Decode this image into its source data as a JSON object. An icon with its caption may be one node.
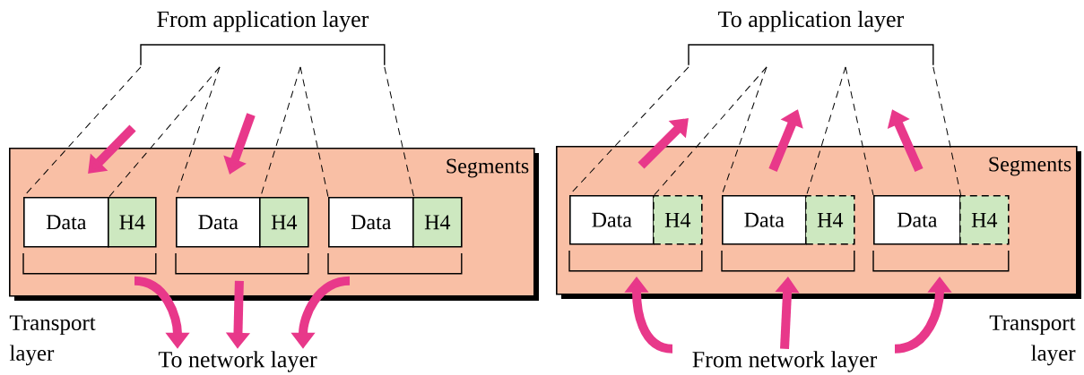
{
  "diagram": {
    "nodes": [
      {
        "text": [
          "Segments"
        ],
        "beside": [
          "Transport layer"
        ]
      },
      {
        "text": [
          "From application layer"
        ]
      },
      {
        "text": [
          "To network layer"
        ]
      },
      {
        "text": [
          "Data"
        ],
        "in": 0
      },
      {
        "text": [
          "H4"
        ],
        "in": 0
      },
      {
        "text": [
          "Data"
        ],
        "in": 0
      },
      {
        "text": [
          "H4"
        ],
        "in": 0
      },
      {
        "text": [
          "Data"
        ],
        "in": 0
      },
      {
        "text": [
          "H4"
        ],
        "in": 0
      },
      {
        "text": [],
        "shape": "bracket",
        "in": 0
      },
      {
        "text": [],
        "shape": "bracket",
        "in": 0
      },
      {
        "text": [],
        "shape": "bracket",
        "in": 0
      },
      {
        "text": [
          "Segments"
        ],
        "beside": [
          "Transport layer"
        ]
      },
      {
        "text": [
          "To application layer"
        ]
      },
      {
        "text": [
          "From network layer"
        ]
      },
      {
        "text": [
          "Data"
        ],
        "in": 12
      },
      {
        "text": [
          "H4"
        ],
        "in": 12
      },
      {
        "text": [
          "Data"
        ],
        "in": 12
      },
      {
        "text": [
          "H4"
        ],
        "in": 12
      },
      {
        "text": [
          "Data"
        ],
        "in": 12
      },
      {
        "text": [
          "H4"
        ],
        "in": 12
      },
      {
        "text": [],
        "shape": "bracket",
        "in": 12
      },
      {
        "text": [],
        "shape": "bracket",
        "in": 12
      },
      {
        "text": [],
        "shape": "bracket",
        "in": 12
      }
    ],
    "edges": [
      {
        "from": 1,
        "to": 3,
        "arrow": "none",
        "style": "dashed"
      },
      {
        "from": 1,
        "to": 3,
        "arrow": "none",
        "style": "dashed"
      },
      {
        "from": 1,
        "to": 5,
        "arrow": "none",
        "style": "dashed"
      },
      {
        "from": 1,
        "to": 5,
        "arrow": "none",
        "style": "dashed"
      },
      {
        "from": 1,
        "to": 7,
        "arrow": "none",
        "style": "dashed"
      },
      {
        "from": 1,
        "to": 7,
        "arrow": "none",
        "style": "dashed"
      },
      {
        "from": 9,
        "to": 2,
        "arrow": "to",
        "style": "thick",
        "color": "#e8388a"
      },
      {
        "from": 10,
        "to": 2,
        "arrow": "to",
        "style": "thick",
        "color": "#e8388a"
      },
      {
        "from": 11,
        "to": 2,
        "arrow": "to",
        "style": "thick",
        "color": "#e8388a"
      },
      {
        "from": 13,
        "to": 15,
        "arrow": "none",
        "style": "dashed"
      },
      {
        "from": 13,
        "to": 15,
        "arrow": "none",
        "style": "dashed"
      },
      {
        "from": 13,
        "to": 17,
        "arrow": "none",
        "style": "dashed"
      },
      {
        "from": 13,
        "to": 17,
        "arrow": "none",
        "style": "dashed"
      },
      {
        "from": 13,
        "to": 19,
        "arrow": "none",
        "style": "dashed"
      },
      {
        "from": 13,
        "to": 19,
        "arrow": "none",
        "style": "dashed"
      },
      {
        "from": 14,
        "to": 21,
        "arrow": "to",
        "style": "thick",
        "color": "#e8388a"
      },
      {
        "from": 14,
        "to": 22,
        "arrow": "to",
        "style": "thick",
        "color": "#e8388a"
      },
      {
        "from": 14,
        "to": 23,
        "arrow": "to",
        "style": "thick",
        "color": "#e8388a"
      }
    ]
  }
}
